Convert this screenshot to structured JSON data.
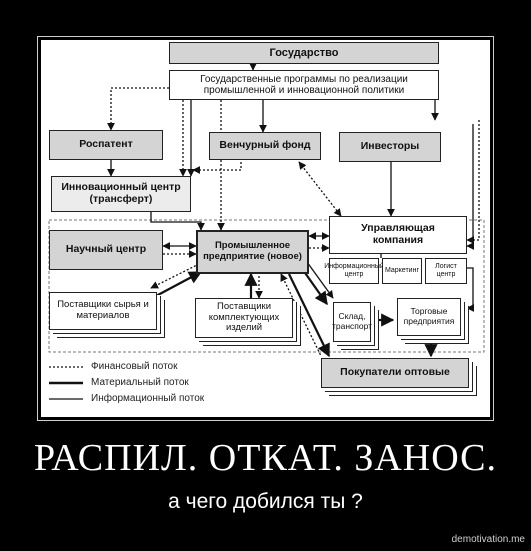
{
  "diagram": {
    "gosudarstvo": "Государство",
    "programs": "Государственные программы по реализации промышленной и инновационной политики",
    "rospatent": "Роспатент",
    "venture": "Венчурный фонд",
    "investors": "Инвесторы",
    "innovation_center": "Инновационный центр (трансферт)",
    "science_center": "Научный центр",
    "enterprise": "Промышленное предприятие (новое)",
    "management": "Управляющая компания",
    "info_center": "Информационный центр",
    "marketing": "Маркетинг",
    "logistics": "Логист центр",
    "suppliers_raw": "Поставщики сырья и материалов",
    "suppliers_parts": "Поставщики комплектующих изделий",
    "warehouse": "Склад, транспорт",
    "trade": "Торговые предприятия",
    "buyers": "Покупатели оптовые"
  },
  "legend": {
    "financial": "Финансовый поток",
    "material": "Материальный поток",
    "information": "Информационный поток"
  },
  "caption": {
    "title": "РАСПИЛ. ОТКАТ. ЗАНОС.",
    "subtitle": "а чего добился ты ?",
    "site": "demotivation.me"
  }
}
